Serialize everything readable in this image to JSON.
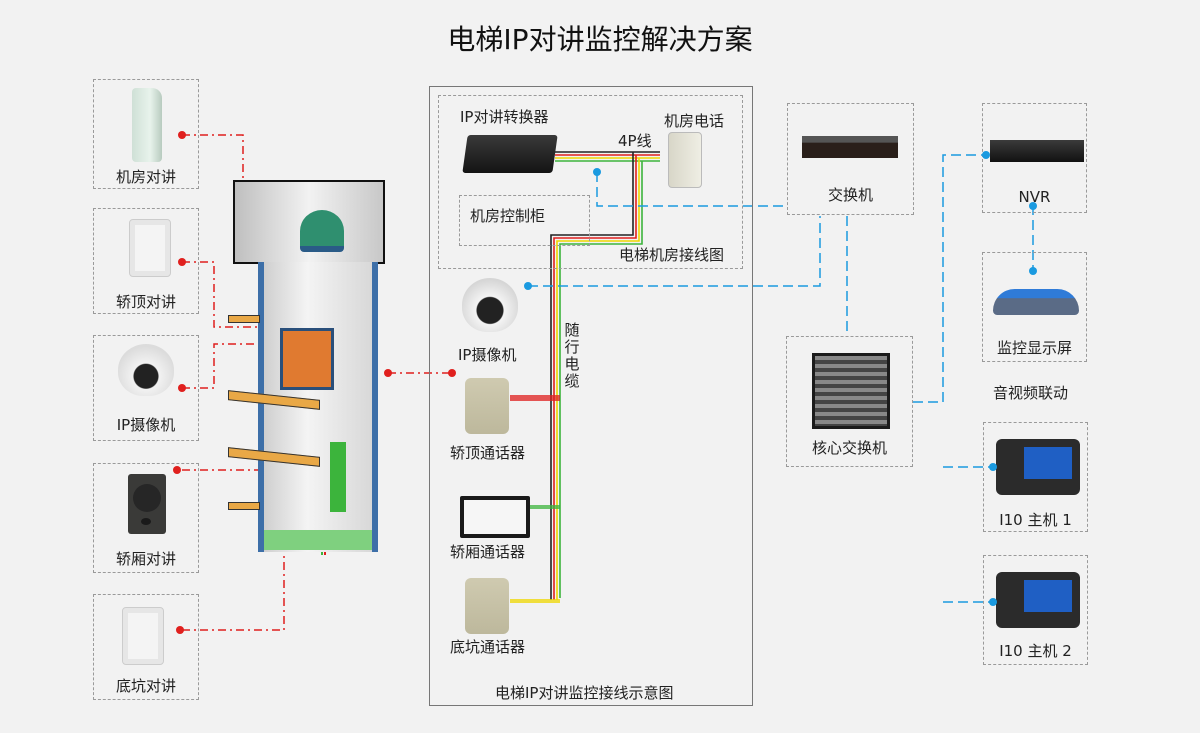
{
  "title": "电梯IP对讲监控解决方案",
  "left_devices": [
    {
      "label": "机房对讲",
      "icon": "wall-intercom-icon"
    },
    {
      "label": "轿顶对讲",
      "icon": "speaker-box-icon"
    },
    {
      "label": "IP摄像机",
      "icon": "dome-camera-icon"
    },
    {
      "label": "轿厢对讲",
      "icon": "car-speaker-icon"
    },
    {
      "label": "底坑对讲",
      "icon": "speaker-box-icon"
    }
  ],
  "machine_room": {
    "converter_label": "IP对讲转换器",
    "phone_label": "机房电话",
    "cable_label": "4P线",
    "cabinet_label": "机房控制柜",
    "caption": "电梯机房接线图"
  },
  "center_panel": {
    "camera_label": "IP摄像机",
    "travel_cable_label": "随行电缆",
    "devices": [
      "轿顶通话器",
      "轿厢通话器",
      "底坑通话器"
    ],
    "caption": "电梯IP对讲监控接线示意图"
  },
  "network": {
    "switch_label": "交换机",
    "core_switch_label": "核心交换机",
    "nvr_label": "NVR",
    "monitor_label": "监控显示屏",
    "av_link_label": "音视频联动",
    "hosts": [
      "I10 主机 1",
      "I10 主机 2"
    ]
  },
  "colors": {
    "signal_red": "#e0201e",
    "network_blue": "#1a9ae0",
    "wire_green": "#3cb43c",
    "wire_yellow": "#f0d800"
  }
}
